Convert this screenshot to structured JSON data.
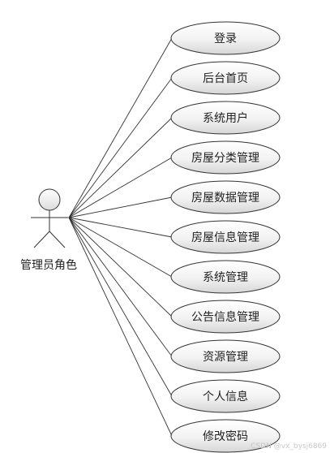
{
  "actor": {
    "label": "管理员角色"
  },
  "use_cases": [
    {
      "label": "登录"
    },
    {
      "label": "后台首页"
    },
    {
      "label": "系统用户"
    },
    {
      "label": "房屋分类管理"
    },
    {
      "label": "房屋数据管理"
    },
    {
      "label": "房屋信息管理"
    },
    {
      "label": "系统管理"
    },
    {
      "label": "公告信息管理"
    },
    {
      "label": "资源管理"
    },
    {
      "label": "个人信息"
    },
    {
      "label": "修改密码"
    }
  ],
  "watermark": "CSDN @vx_bysj6869",
  "colors": {
    "stroke": "#333333",
    "ellipse_fill_top": "#ffffff",
    "ellipse_fill_bottom": "#d9d9d9",
    "text": "#222222"
  }
}
